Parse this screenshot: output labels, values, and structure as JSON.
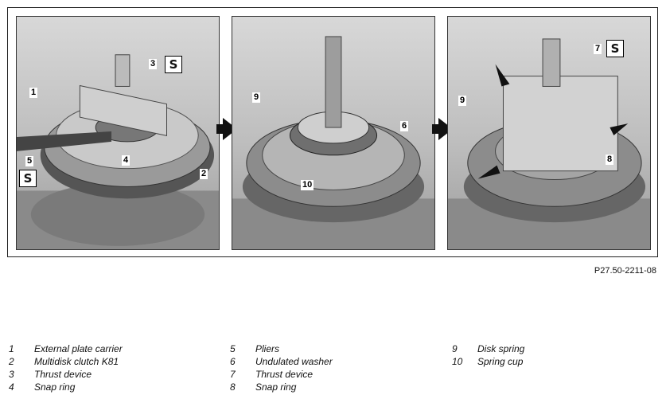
{
  "figure": {
    "reference": "P27.50-2211-08",
    "panels": [
      {
        "callouts": [
          "1",
          "2",
          "3",
          "4",
          "5"
        ],
        "tool_icons": 2
      },
      {
        "callouts": [
          "6",
          "9",
          "10"
        ],
        "tool_icons": 0
      },
      {
        "callouts": [
          "7",
          "8",
          "9"
        ],
        "tool_icons": 1
      }
    ],
    "tool_icon_glyph": "S",
    "tool_icon_name": "special-tool-icon"
  },
  "legend": {
    "col1": [
      {
        "num": "1",
        "text": "External plate carrier"
      },
      {
        "num": "2",
        "text": "Multidisk clutch K81"
      },
      {
        "num": "3",
        "text": "Thrust device"
      },
      {
        "num": "4",
        "text": "Snap ring"
      }
    ],
    "col2": [
      {
        "num": "5",
        "text": "Pliers"
      },
      {
        "num": "6",
        "text": "Undulated washer"
      },
      {
        "num": "7",
        "text": "Thrust device"
      },
      {
        "num": "8",
        "text": "Snap ring"
      }
    ],
    "col3": [
      {
        "num": "9",
        "text": "Disk spring"
      },
      {
        "num": "10",
        "text": "Spring cup"
      }
    ]
  }
}
